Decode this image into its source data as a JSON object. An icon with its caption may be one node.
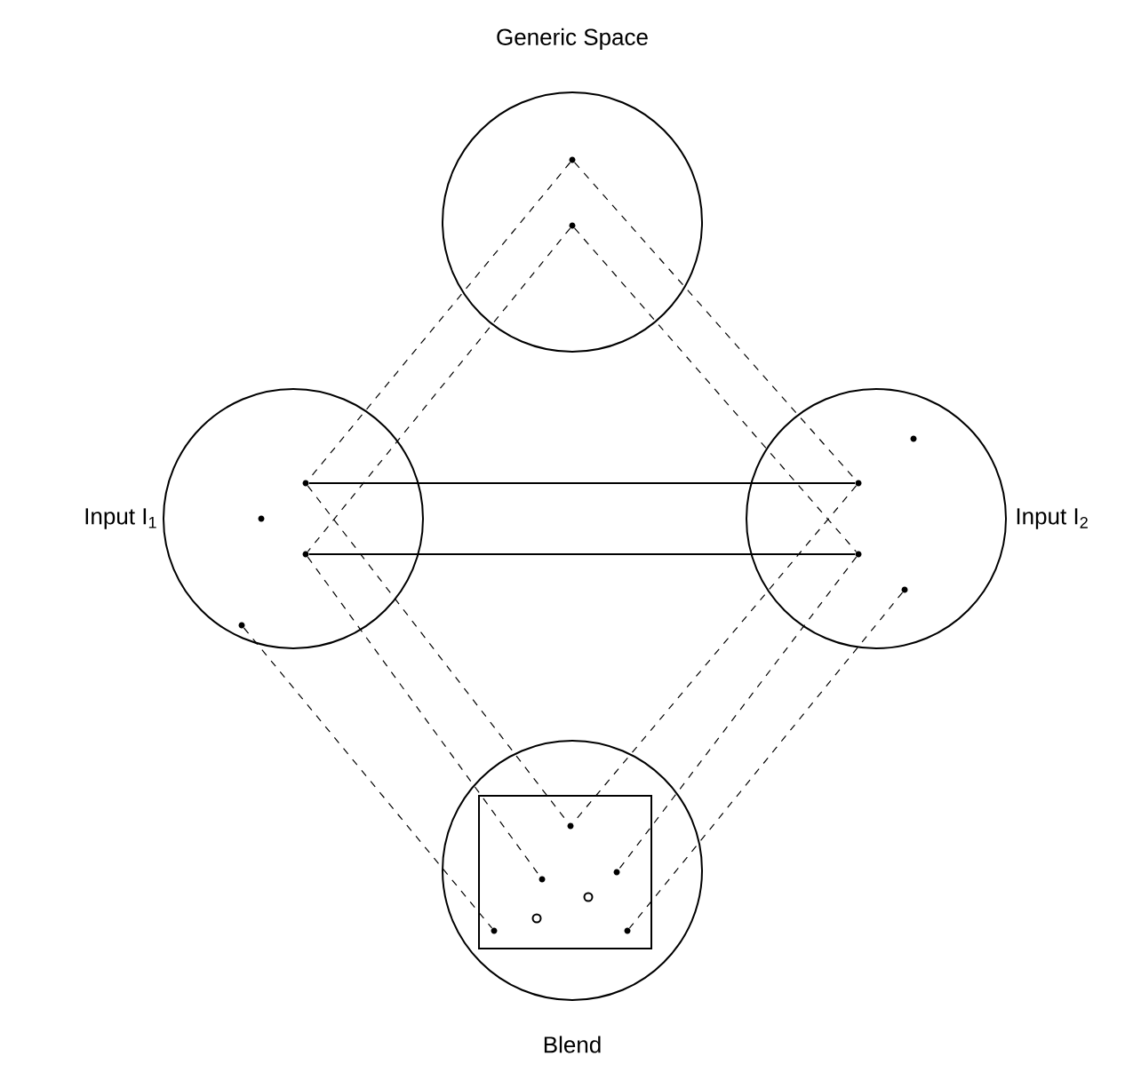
{
  "diagram": {
    "nodes": [
      {
        "text": [
          "Generic Space"
        ]
      },
      {
        "text": [],
        "shape": "dot",
        "in": 0
      },
      {
        "text": [],
        "shape": "dot",
        "in": 0
      },
      {
        "text": [
          "Input I$_{1}$"
        ]
      },
      {
        "text": [],
        "shape": "dot",
        "in": 3
      },
      {
        "text": [],
        "shape": "dot",
        "in": 3
      },
      {
        "text": [],
        "shape": "dot",
        "in": 3
      },
      {
        "text": [],
        "shape": "dot",
        "in": 3
      },
      {
        "text": [
          "Input I$_{2}$"
        ]
      },
      {
        "text": [],
        "shape": "dot",
        "in": 8
      },
      {
        "text": [],
        "shape": "dot",
        "in": 8
      },
      {
        "text": [],
        "shape": "dot",
        "in": 8
      },
      {
        "text": [],
        "shape": "dot",
        "in": 8
      },
      {
        "text": [
          "Blend"
        ]
      },
      {
        "text": [],
        "shape": "box",
        "in": 13
      },
      {
        "text": [],
        "shape": "dot",
        "in": 14
      },
      {
        "text": [],
        "shape": "dot",
        "in": 14
      },
      {
        "text": [],
        "shape": "dot",
        "in": 14
      },
      {
        "text": [],
        "shape": "circle",
        "in": 14
      },
      {
        "text": [],
        "shape": "circle",
        "in": 14
      },
      {
        "text": [],
        "shape": "dot",
        "in": 14
      },
      {
        "text": [],
        "shape": "dot",
        "in": 14
      }
    ],
    "edges": [
      {
        "from": 1,
        "to": 4,
        "arrow": "none",
        "style": "dashed"
      },
      {
        "from": 1,
        "to": 9,
        "arrow": "none",
        "style": "dashed"
      },
      {
        "from": 2,
        "to": 5,
        "arrow": "none",
        "style": "dashed"
      },
      {
        "from": 2,
        "to": 10,
        "arrow": "none",
        "style": "dashed"
      },
      {
        "from": 4,
        "to": 9,
        "arrow": "none"
      },
      {
        "from": 5,
        "to": 10,
        "arrow": "none"
      },
      {
        "from": 4,
        "to": 15,
        "arrow": "none",
        "style": "dashed"
      },
      {
        "from": 5,
        "to": 17,
        "arrow": "none",
        "style": "dashed"
      },
      {
        "from": 7,
        "to": 20,
        "arrow": "none",
        "style": "dashed"
      },
      {
        "from": 9,
        "to": 15,
        "arrow": "none",
        "style": "dashed"
      },
      {
        "from": 10,
        "to": 16,
        "arrow": "none",
        "style": "dashed"
      },
      {
        "from": 12,
        "to": 21,
        "arrow": "none",
        "style": "dashed"
      }
    ]
  }
}
